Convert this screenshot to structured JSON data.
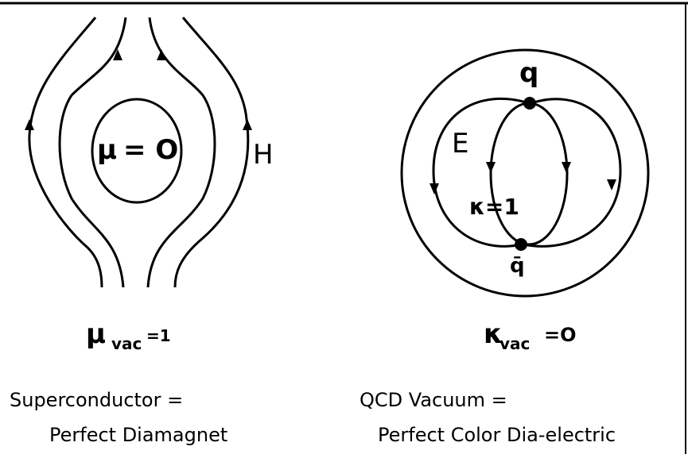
{
  "figure": {
    "left_panel": {
      "inner_label_symbol": "μ",
      "inner_label_value": "= O",
      "field_label": "H",
      "vacuum_symbol": "μ",
      "vacuum_subscript": "vac",
      "vacuum_value": "=1",
      "caption_line1": "Superconductor =",
      "caption_line2": "Perfect Diamagnet"
    },
    "right_panel": {
      "quark_label": "q",
      "antiquark_label": "q̄",
      "field_label": "E",
      "inner_label": "κ=1",
      "vacuum_symbol": "κ",
      "vacuum_subscript": "vac",
      "vacuum_value": "=O",
      "caption_line1": "QCD Vacuum =",
      "caption_line2": "Perfect Color Dia-electric"
    }
  }
}
